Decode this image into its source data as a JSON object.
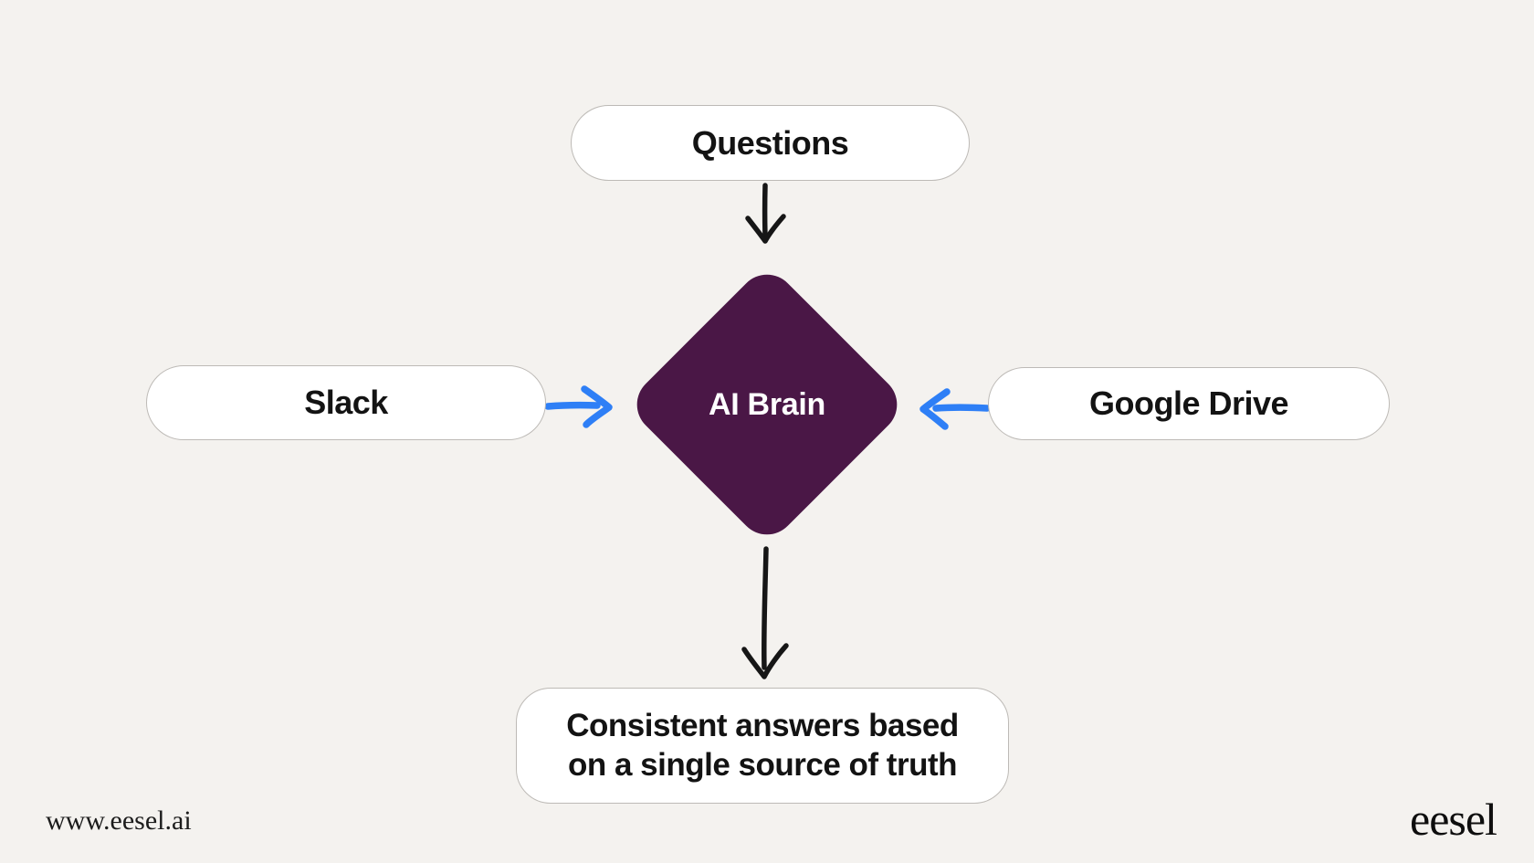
{
  "diagram": {
    "title": null,
    "nodes": {
      "questions": {
        "label": "Questions",
        "shape": "pill",
        "fill": "#FFFFFF"
      },
      "slack": {
        "label": "Slack",
        "shape": "pill",
        "fill": "#FFFFFF"
      },
      "google_drive": {
        "label": "Google Drive",
        "shape": "pill",
        "fill": "#FFFFFF"
      },
      "ai_brain": {
        "label": "AI Brain",
        "shape": "diamond",
        "fill": "#4A1746"
      },
      "output": {
        "label": "Consistent answers based on a single source of truth",
        "lines": [
          "Consistent answers based",
          "on a single source of truth"
        ],
        "shape": "pill",
        "fill": "#FFFFFF"
      }
    },
    "arrows": [
      {
        "from": "questions",
        "to": "ai_brain",
        "direction": "down",
        "color": "black"
      },
      {
        "from": "slack",
        "to": "ai_brain",
        "direction": "right",
        "color": "blue"
      },
      {
        "from": "google_drive",
        "to": "ai_brain",
        "direction": "left",
        "color": "blue"
      },
      {
        "from": "ai_brain",
        "to": "output",
        "direction": "down",
        "color": "black"
      }
    ]
  },
  "footer": {
    "website": "www.eesel.ai",
    "logo": "eesel"
  },
  "colors": {
    "background": "#F4F2EF",
    "node_fill": "#FFFFFF",
    "node_border": "#BDBAB6",
    "node_text": "#131313",
    "diamond_fill": "#4A1746",
    "diamond_text": "#FFFFFF",
    "arrow_black": "#161616",
    "arrow_blue": "#2E7FF6"
  }
}
